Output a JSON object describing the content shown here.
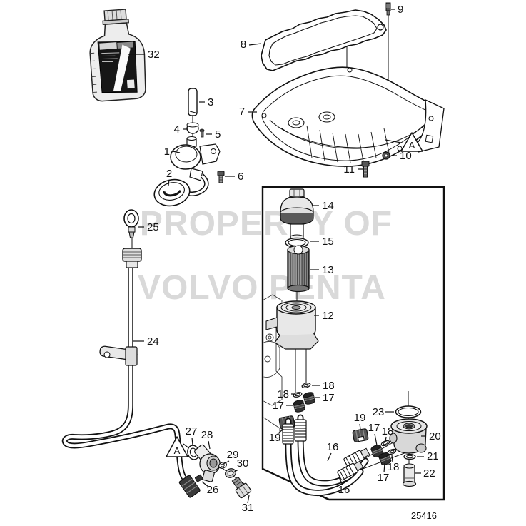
{
  "watermark": {
    "line1": "PROPERTY OF",
    "line2": "VOLVO PENTA"
  },
  "drawing_number": "25416",
  "markers": {
    "detail_a": "A"
  },
  "callouts": [
    {
      "part": "oil-bottle",
      "label": "32"
    },
    {
      "part": "oil-pan-gasket",
      "label": "8"
    },
    {
      "part": "stud",
      "label": "9"
    },
    {
      "part": "oil-pan",
      "label": "7"
    },
    {
      "part": "nut",
      "label": "10"
    },
    {
      "part": "oil-pan-bolt",
      "label": "11"
    },
    {
      "part": "pump-suction-tube",
      "label": "3"
    },
    {
      "part": "coupling",
      "label": "4"
    },
    {
      "part": "pump-screw",
      "label": "5"
    },
    {
      "part": "oil-pump",
      "label": "1"
    },
    {
      "part": "strainer",
      "label": "2"
    },
    {
      "part": "pump-bolt",
      "label": "6"
    },
    {
      "part": "dipstick",
      "label": "25"
    },
    {
      "part": "dipstick-tube",
      "label": "24"
    },
    {
      "part": "filter-cap",
      "label": "14"
    },
    {
      "part": "filter-cap-oring",
      "label": "15"
    },
    {
      "part": "filter-element",
      "label": "13"
    },
    {
      "part": "filter-housing",
      "label": "12"
    },
    {
      "part": "washer-upper",
      "label": "18"
    },
    {
      "part": "washer-left",
      "label": "18"
    },
    {
      "part": "fitting-upper",
      "label": "17"
    },
    {
      "part": "fitting-left",
      "label": "17"
    },
    {
      "part": "clip-left",
      "label": "19"
    },
    {
      "part": "clip-center",
      "label": "19"
    },
    {
      "part": "cooler-oring",
      "label": "23"
    },
    {
      "part": "adapter",
      "label": "20"
    },
    {
      "part": "adapter-washer",
      "label": "21"
    },
    {
      "part": "adapter-fitting",
      "label": "22"
    },
    {
      "part": "fitting-right-top",
      "label": "17"
    },
    {
      "part": "washer-right-top",
      "label": "18"
    },
    {
      "part": "washer-right-bot",
      "label": "18"
    },
    {
      "part": "fitting-right-bot",
      "label": "17"
    },
    {
      "part": "hose-upper",
      "label": "16"
    },
    {
      "part": "hose-lower",
      "label": "16"
    },
    {
      "part": "valve-seal",
      "label": "27"
    },
    {
      "part": "drain-valve",
      "label": "28"
    },
    {
      "part": "valve-washer-small",
      "label": "29"
    },
    {
      "part": "valve-washer-large",
      "label": "30"
    },
    {
      "part": "valve-plug",
      "label": "31"
    },
    {
      "part": "valve-clip",
      "label": "26"
    }
  ]
}
